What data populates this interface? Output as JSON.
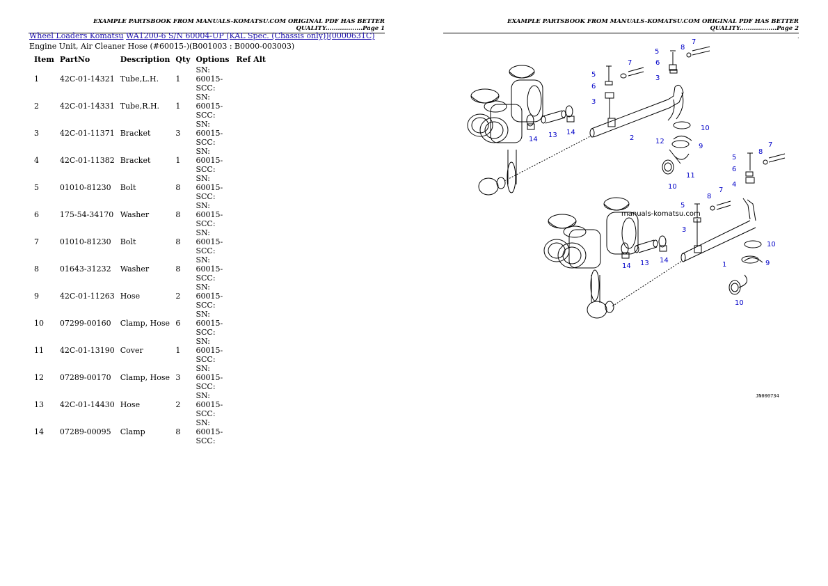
{
  "header": {
    "page1": "EXAMPLE PARTSBOOK FROM MANUALS-KOMATSU.COM ORIGINAL PDF HAS BETTER QUALITY..................Page 1",
    "page2": "EXAMPLE PARTSBOOK FROM MANUALS-KOMATSU.COM ORIGINAL PDF HAS BETTER QUALITY..................Page 2"
  },
  "breadcrumb": {
    "link1": "Wheel Loaders Komatsu",
    "link2": "WA1200-6 S/N 60004-UP (KAL Spec. (Chassis only))(0000631C)"
  },
  "subtitle": "Engine Unit, Air Cleaner Hose (#60015-)(B001003 : B0000-003003)",
  "table": {
    "columns": [
      "Item",
      "PartNo",
      "Description",
      "Qty",
      "Options",
      "Ref Alt"
    ],
    "rows": [
      {
        "item": "1",
        "partno": "42C-01-14321",
        "desc": "Tube,L.H.",
        "qty": "1",
        "options": "SN: 60015-SCC:",
        "ref": ""
      },
      {
        "item": "2",
        "partno": "42C-01-14331",
        "desc": "Tube,R.H.",
        "qty": "1",
        "options": "SN: 60015-SCC:",
        "ref": ""
      },
      {
        "item": "3",
        "partno": "42C-01-11371",
        "desc": "Bracket",
        "qty": "3",
        "options": "SN: 60015-SCC:",
        "ref": ""
      },
      {
        "item": "4",
        "partno": "42C-01-11382",
        "desc": "Bracket",
        "qty": "1",
        "options": "SN: 60015-SCC:",
        "ref": ""
      },
      {
        "item": "5",
        "partno": "01010-81230",
        "desc": "Bolt",
        "qty": "8",
        "options": "SN: 60015-SCC:",
        "ref": ""
      },
      {
        "item": "6",
        "partno": "175-54-34170",
        "desc": "Washer",
        "qty": "8",
        "options": "SN: 60015-SCC:",
        "ref": ""
      },
      {
        "item": "7",
        "partno": "01010-81230",
        "desc": "Bolt",
        "qty": "8",
        "options": "SN: 60015-SCC:",
        "ref": ""
      },
      {
        "item": "8",
        "partno": "01643-31232",
        "desc": "Washer",
        "qty": "8",
        "options": "SN: 60015-SCC:",
        "ref": ""
      },
      {
        "item": "9",
        "partno": "42C-01-11263",
        "desc": "Hose",
        "qty": "2",
        "options": "SN: 60015-SCC:",
        "ref": ""
      },
      {
        "item": "10",
        "partno": "07299-00160",
        "desc": "Clamp, Hose",
        "qty": "6",
        "options": "SN: 60015-SCC:",
        "ref": ""
      },
      {
        "item": "11",
        "partno": "42C-01-13190",
        "desc": "Cover",
        "qty": "1",
        "options": "SN: 60015-SCC:",
        "ref": ""
      },
      {
        "item": "12",
        "partno": "07289-00170",
        "desc": "Clamp, Hose",
        "qty": "3",
        "options": "SN: 60015-SCC:",
        "ref": ""
      },
      {
        "item": "13",
        "partno": "42C-01-14430",
        "desc": "Hose",
        "qty": "2",
        "options": "SN: 60015-SCC:",
        "ref": ""
      },
      {
        "item": "14",
        "partno": "07289-00095",
        "desc": "Clamp",
        "qty": "8",
        "options": "SN: 60015-SCC:",
        "ref": ""
      }
    ]
  },
  "diagram": {
    "watermark": "manuals-komatsu.com",
    "code": "JN000734",
    "callouts": [
      "5",
      "8",
      "7",
      "6",
      "3",
      "5",
      "7",
      "6",
      "3",
      "2",
      "14",
      "13",
      "14",
      "10",
      "12",
      "9",
      "11",
      "10",
      "8",
      "7",
      "5",
      "6",
      "4",
      "5",
      "8",
      "7",
      "3",
      "10",
      "9",
      "1",
      "14",
      "13",
      "14",
      "10"
    ],
    "corner_mark": "."
  }
}
